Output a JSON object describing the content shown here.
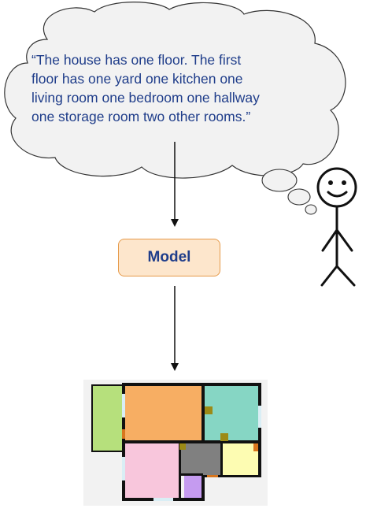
{
  "thought": {
    "quote_lines": [
      "“The house has one floor. The first",
      "floor has one yard one kitchen one",
      "living room one bedroom one hallway",
      "one storage room two other rooms.”"
    ]
  },
  "model": {
    "label": "Model"
  },
  "colors": {
    "text": "#1f3d8a",
    "cloud_fill": "#f2f2f2",
    "cloud_stroke": "#333333",
    "model_fill": "#fde6cc",
    "model_stroke": "#e69a4a",
    "wall": "#111111",
    "floorplan_bg": "#f2f2f2",
    "room_yard": "#b6e07c",
    "room_living": "#f7ae63",
    "room_kitchen": "#86d6c4",
    "room_bedroom": "#f8c6dc",
    "room_hallway": "#808080",
    "room_storage": "#c59bf0",
    "room_other": "#fdfcb2",
    "door": "#d8761e",
    "window": "#d9eef5",
    "fixture": "#9c8a16"
  }
}
